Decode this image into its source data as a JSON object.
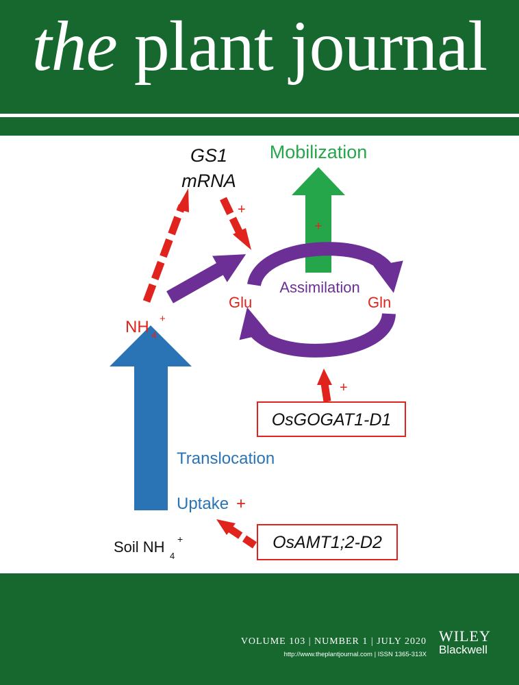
{
  "journal": {
    "title_the": "the",
    "title_rest": "plant journal",
    "volume_line": "VOLUME 103 | NUMBER 1 | JULY 2020",
    "url_line": "http://www.theplantjournal.com | ISSN 1365-313X",
    "publisher_top": "WILEY",
    "publisher_bottom": "Blackwell"
  },
  "figure": {
    "gs1_line1": "GS1",
    "gs1_line2": "mRNA",
    "mobilization": "Mobilization",
    "assimilation": "Assimilation",
    "glu": "Glu",
    "gln": "Gln",
    "nh4": "NH",
    "nh4_sub": "4",
    "nh4_sup": "+",
    "translocation": "Translocation",
    "uptake": "Uptake",
    "soil": "Soil NH",
    "soil_sub": "4",
    "soil_sup": "+",
    "gogat_box": "OsGOGAT1-D1",
    "amt_box": "OsAMT1;2-D2",
    "plus": "+"
  },
  "colors": {
    "green_band": "#16682f",
    "arrow_blue": "#2a74b6",
    "arrow_green": "#26a64b",
    "cycle_purple": "#6b2f95",
    "regulation_red": "#e0231c"
  }
}
